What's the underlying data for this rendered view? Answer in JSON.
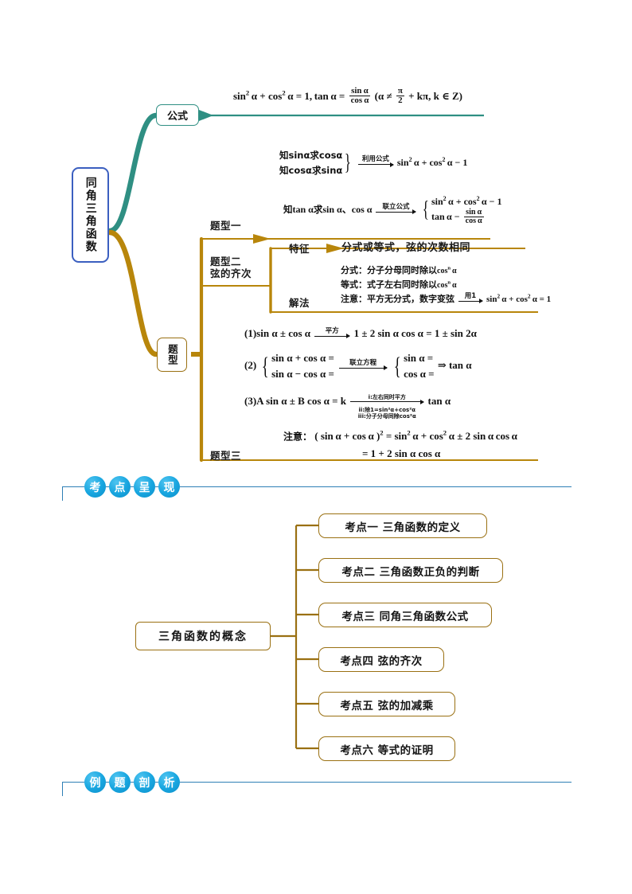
{
  "root": {
    "label": "同角三角函数"
  },
  "branch_formula": {
    "label": "公式"
  },
  "branch_type": {
    "label": "题型"
  },
  "formula_main": {
    "lhs": "sin",
    "text": "sin²α + cos²α = 1, tanα = sinα/cosα (α ≠ π/2 + kπ, k ∈ Z)",
    "sin": "sin",
    "cos": "cos",
    "tan": "tan",
    "alpha": "α",
    "eq_one": "= 1,",
    "paren_open": "(",
    "neq": "≠",
    "pi": "π",
    "two": "2",
    "plus_kpi": "+ kπ, k ∈",
    "zset": "Z",
    "paren_close": ")"
  },
  "type_one": {
    "label": "题型一",
    "row1_a": "知sinα求cosα",
    "row1_b": "知cosα求sinα",
    "row1_arrow": "利用公式",
    "row1_result": "sin²α + cos²α − 1",
    "row2_lead": "知",
    "row2_mid": "tan α",
    "row2_qiu": "求",
    "row2_tail": "sin α、cos α",
    "row2_arrow": "联立公式",
    "row2_res1": "sin²α + cos²α − 1",
    "row2_res2": "tanα − sinα/cosα"
  },
  "type_two": {
    "label": "题型二\n弦的齐次",
    "sub_feature_label": "特征",
    "sub_feature_text": "分式或等式，弦的次数相同",
    "sub_method_label": "解法",
    "method_line1_key": "分式：",
    "method_line1_text": "分子分母同时除以",
    "method_line1_tail": "cosⁿ α",
    "method_line2_key": "等式：",
    "method_line2_text": "式子左右同时除以",
    "method_line2_tail": "cosⁿ α",
    "method_line3_key": "注意：",
    "method_line3_text": "平方无分式，数字变弦",
    "method_line3_arrow": "用1",
    "method_line3_result": "sin²α + cos²α = 1"
  },
  "type_three": {
    "label": "题型三",
    "item1_no": "(1)",
    "item1_lhs": "sin α ± cos α",
    "item1_arrow": "平方",
    "item1_rhs": "1 ± 2 sin α cos α = 1 ± sin 2α",
    "item2_no": "(2)",
    "item2_l1": "sin α + cos α =",
    "item2_l2": "sin α − cos α =",
    "item2_arrow": "联立方程",
    "item2_r1": "sin α =",
    "item2_r2": "cos α =",
    "item2_tail": "⇒ tan α",
    "item3_no": "(3)",
    "item3_lhs": "A sin α ± B cos α = k",
    "item3_note_i": "i:左右同时平方",
    "item3_note_ii": "ii:除1=sin²α+cos²α",
    "item3_note_iii": "iii:分子分母同除cos²α",
    "item3_rhs": "tan α",
    "note_key": "注意：",
    "note_line1": "( sin α + cos α )² = sin²α + cos²α ± 2 sin α cos α",
    "note_line2": "= 1 + 2 sin α cos α"
  },
  "banner_exam": {
    "chips": [
      "考",
      "点",
      "呈",
      "现"
    ]
  },
  "banner_example": {
    "chips": [
      "例",
      "题",
      "剖",
      "析"
    ]
  },
  "concept": {
    "label": "三角函数的概念"
  },
  "keypoints": [
    {
      "label": "考点一   三角函数的定义"
    },
    {
      "label": "考点二  三角函数正负的判断"
    },
    {
      "label": "考点三  同角三角函数公式"
    },
    {
      "label": "考点四  弦的齐次"
    },
    {
      "label": "考点五  弦的加减乘"
    },
    {
      "label": "考点六  等式的证明"
    }
  ],
  "colors": {
    "root_border": "#3b5fc0",
    "teal": "#2f8f83",
    "gold": "#9a7012",
    "banner_blue": "#2e7fb5",
    "chip_blue": "#18a6e0"
  }
}
